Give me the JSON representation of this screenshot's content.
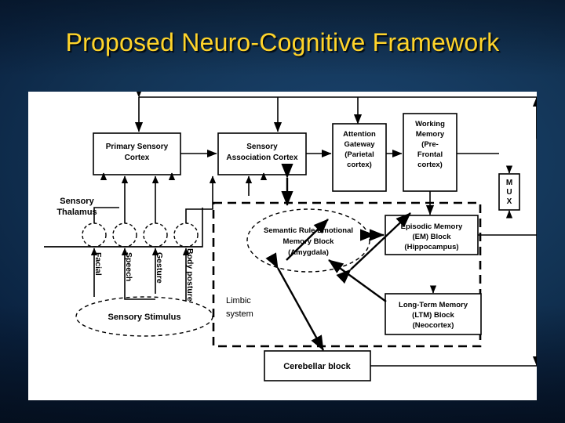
{
  "slide": {
    "title": "Proposed Neuro-Cognitive Framework",
    "title_color": "#ffd42a",
    "background_color": "#123354",
    "panel_color": "#ffffff"
  },
  "diagram": {
    "blocks": {
      "primary_sensory_cortex": [
        "Primary Sensory",
        "Cortex"
      ],
      "sensory_association_cortex": [
        "Sensory",
        "Association Cortex"
      ],
      "attention_gateway": [
        "Attention",
        "Gateway",
        "(Parietal",
        "cortex)"
      ],
      "working_memory": [
        "Working",
        "Memory",
        "(Pre-",
        "Frontal",
        "cortex)"
      ],
      "mux": [
        "M",
        "U",
        "X"
      ],
      "episodic_memory": [
        "Episodic  Memory",
        "(EM) Block",
        "(Hippocampus)"
      ],
      "long_term_memory": [
        "Long-Term Memory",
        "(LTM) Block",
        "(Neocortex)"
      ],
      "amygdala": [
        "Semantic Rule Emotional",
        "Memory Block",
        "(Amygdala)"
      ],
      "sensory_stimulus": [
        "Sensory Stimulus"
      ],
      "cerebellar_block": [
        "Cerebellar block"
      ]
    },
    "labels": {
      "sensory_thalamus": [
        "Sensory",
        "Thalamus"
      ],
      "limbic_system": [
        "Limbic",
        "system"
      ]
    },
    "modality_channels": [
      "Facial",
      "Speech",
      "Gesture",
      "Body posture"
    ]
  }
}
